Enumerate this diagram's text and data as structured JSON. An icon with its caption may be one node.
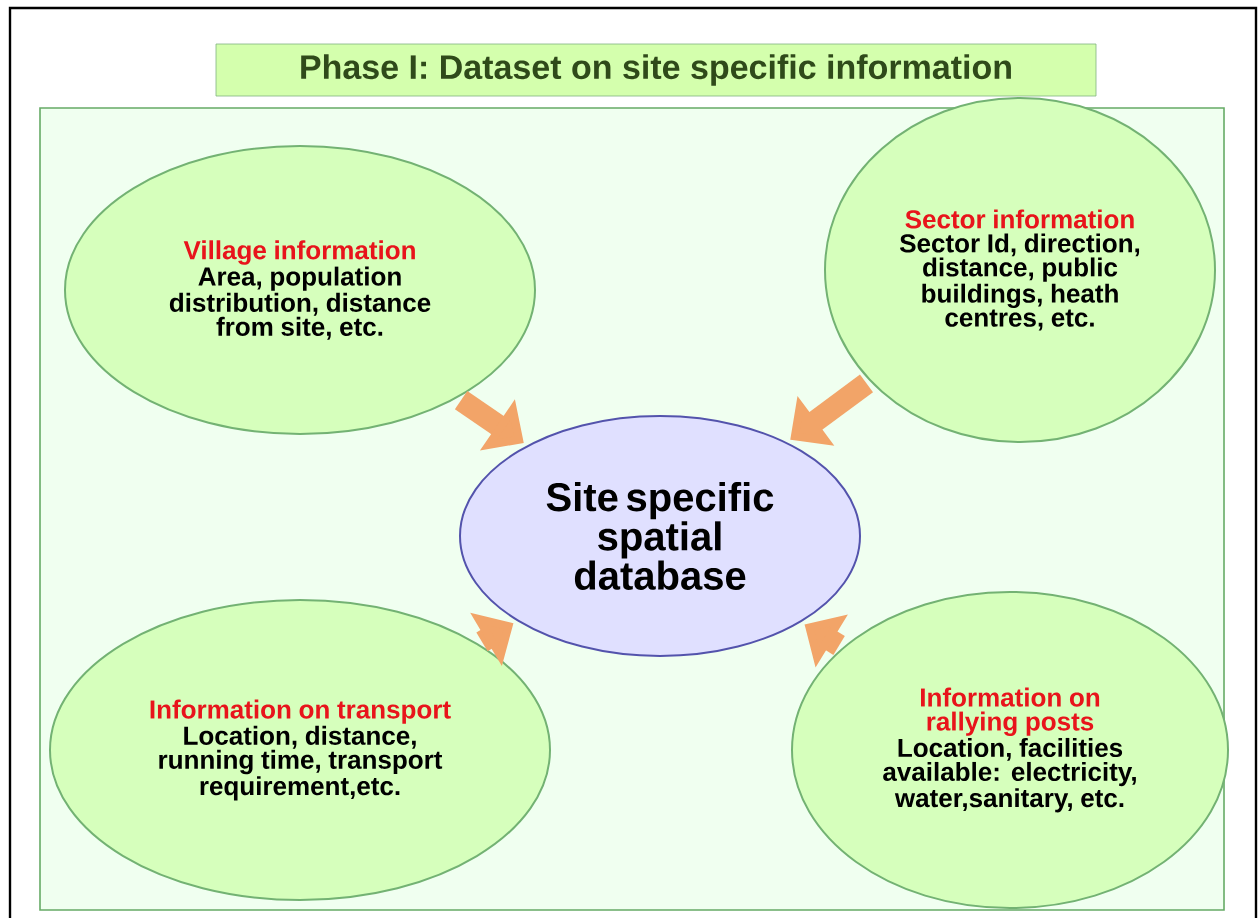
{
  "diagram": {
    "title": "Phase I: Dataset on site specific information",
    "nodes": [
      {
        "text": [
          "Village information",
          "Area, population distribution, distance from site, etc."
        ]
      },
      {
        "text": [
          "Sector information",
          "Sector Id, direction, distance, public buildings, heath centres, etc."
        ]
      },
      {
        "text": [
          "Site specific spatial database"
        ]
      },
      {
        "text": [
          "Information on transport",
          "Location, distance, running time, transport requirement,etc."
        ]
      },
      {
        "text": [
          "Information on rallying posts",
          "Location, facilities available: electricity, water,sanitary, etc."
        ]
      }
    ],
    "edges": [
      {
        "from": 0,
        "to": 2,
        "arrow": "to"
      },
      {
        "from": 1,
        "to": 2,
        "arrow": "to"
      },
      {
        "from": 3,
        "to": 2,
        "arrow": "to"
      },
      {
        "from": 4,
        "to": 2,
        "arrow": "to"
      }
    ]
  }
}
